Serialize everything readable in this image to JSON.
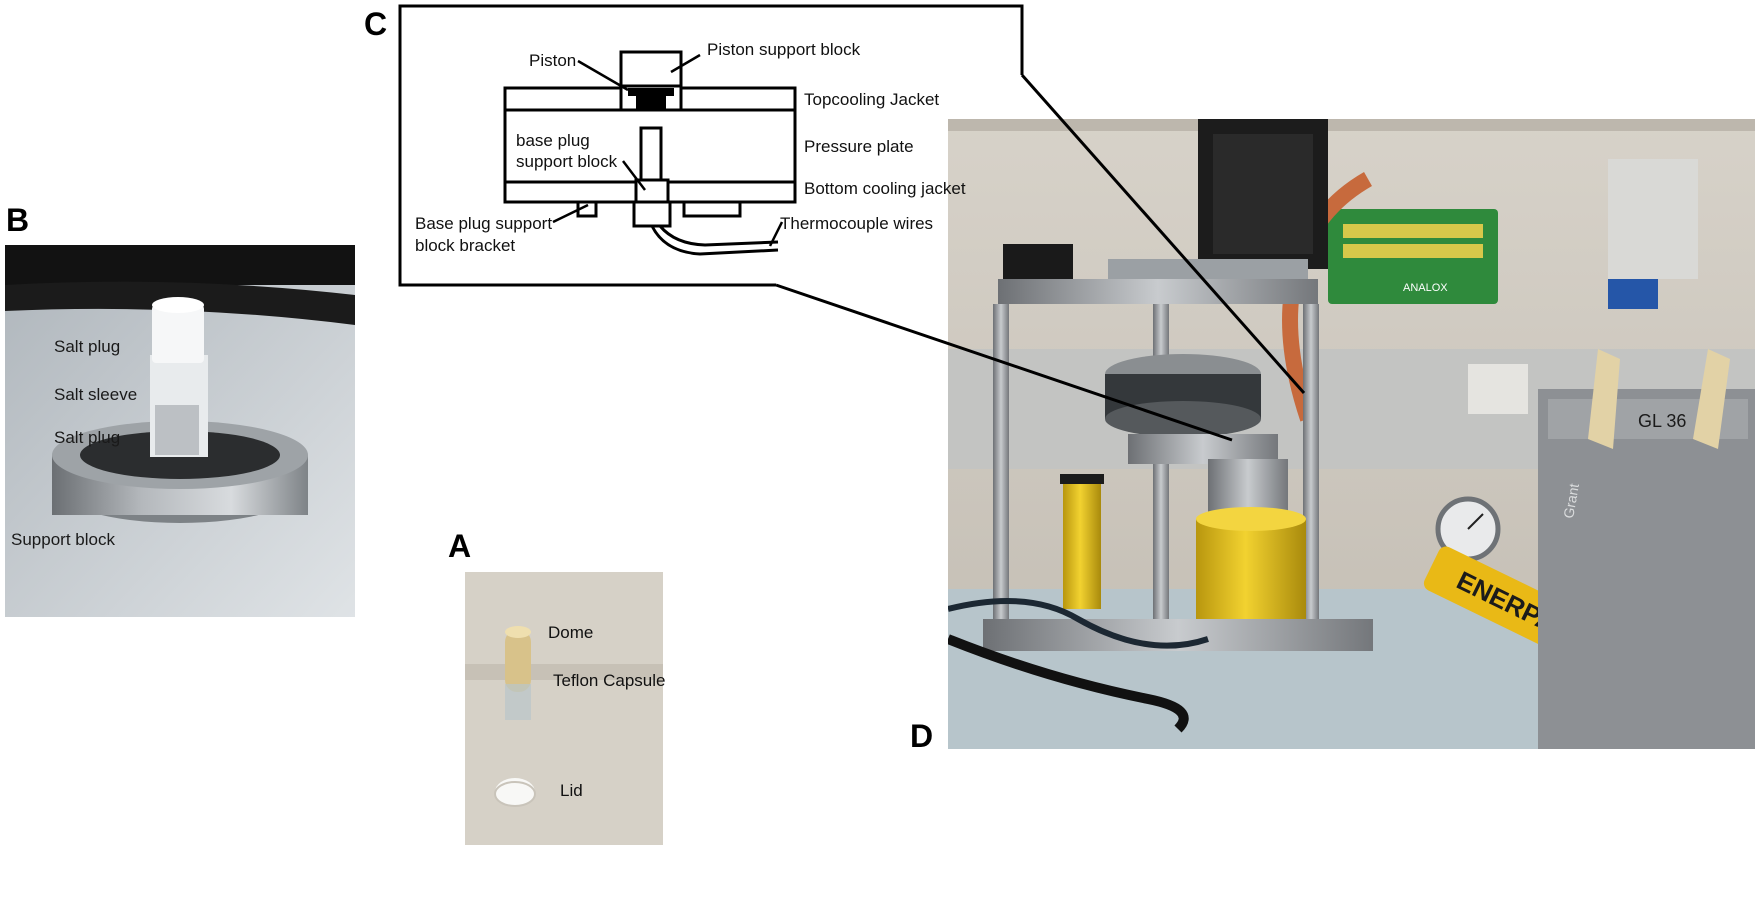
{
  "panels": {
    "a": {
      "letter": "A",
      "labels": {
        "dome": "Dome",
        "capsule": "Teflon Capsule",
        "lid": "Lid"
      }
    },
    "b": {
      "letter": "B",
      "labels": {
        "salt_plug_top": "Salt plug",
        "salt_sleeve": "Salt sleeve",
        "salt_plug_bottom": "Salt plug",
        "support_block": "Support block"
      }
    },
    "c": {
      "letter": "C",
      "labels": {
        "piston": "Piston",
        "piston_support_block": "Piston support block",
        "top_cooling_jacket": "Topcooling Jacket",
        "base_plug_support_block_1": "base plug",
        "base_plug_support_block_2": "support block",
        "pressure_plate": "Pressure plate",
        "bottom_cooling_jacket": "Bottom cooling jacket",
        "base_bracket_1": "Base plug support",
        "base_bracket_2": "block bracket",
        "thermocouple_wires": "Thermocouple wires"
      }
    },
    "d": {
      "letter": "D",
      "photo_text": {
        "brand": "ENERPAC",
        "unit_label": "GL 36",
        "chiller": "Grant",
        "controller": "ANALOX"
      }
    }
  },
  "colors": {
    "background": "#ffffff",
    "diagram_stroke": "#000000",
    "wall": "#cfcac1",
    "bench": "#b9c6cc",
    "yellow": "#e9c51d"
  }
}
